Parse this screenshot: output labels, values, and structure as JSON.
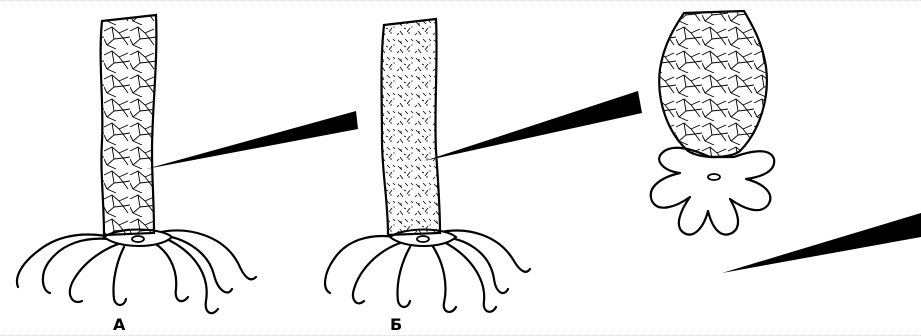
{
  "figure": {
    "panels": [
      {
        "id": "A",
        "label": "А"
      },
      {
        "id": "B",
        "label": "Б"
      },
      {
        "id": "C",
        "label": ""
      }
    ],
    "stroke_color": "#000000",
    "background_color": "#ffffff"
  }
}
